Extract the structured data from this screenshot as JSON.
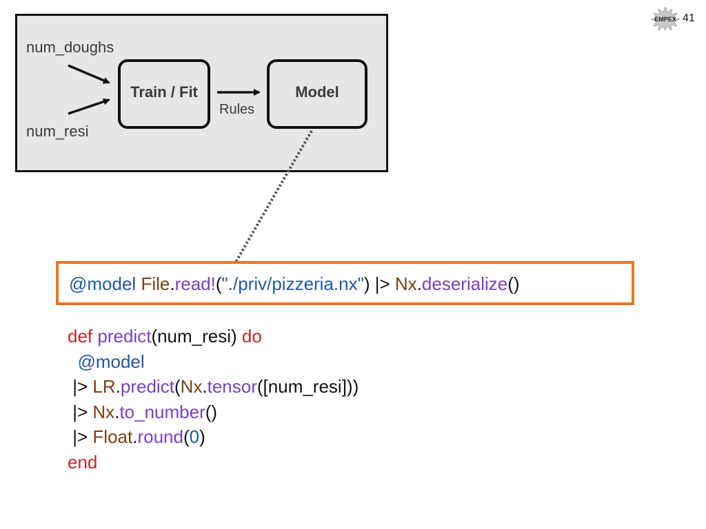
{
  "slide": {
    "page_number": "41",
    "logo_text": "EMPEX"
  },
  "diagram": {
    "inputs": [
      "num_doughs",
      "num_resi"
    ],
    "train_box": "Train / Fit",
    "model_box": "Model",
    "arrow_label": "Rules"
  },
  "highlight_code": {
    "attr": "@model",
    "mod1": "File",
    "dot1": ".",
    "fn1": "read!",
    "open": "(",
    "str": "\"./priv/pizzeria.nx\"",
    "close": ")",
    "pipe": " |> ",
    "mod2": "Nx",
    "dot2": ".",
    "fn2": "deserialize",
    "parens": "()"
  },
  "code": {
    "l1": {
      "kw_def": "def",
      "fn": "predict",
      "args": "(num_resi) ",
      "kw_do": "do"
    },
    "l2": {
      "attr": "@model"
    },
    "l3": {
      "pipe": "|> ",
      "mod": "LR",
      "dot": ".",
      "fn": "predict",
      "open": "(",
      "mod2": "Nx",
      "dot2": ".",
      "fn2": "tensor",
      "rest": "([num_resi]))"
    },
    "l4": {
      "pipe": "|> ",
      "mod": "Nx",
      "dot": ".",
      "fn": "to_number",
      "rest": "()"
    },
    "l5": {
      "pipe": "|> ",
      "mod": "Float",
      "dot": ".",
      "fn": "round",
      "open": "(",
      "num": "0",
      "close": ")"
    },
    "l6": {
      "kw_end": "end"
    }
  },
  "colors": {
    "keyword": "#c1272d",
    "function": "#7a3fc2",
    "module": "#7b3f14",
    "attribute": "#2157a5",
    "highlight_border": "#e87722"
  }
}
